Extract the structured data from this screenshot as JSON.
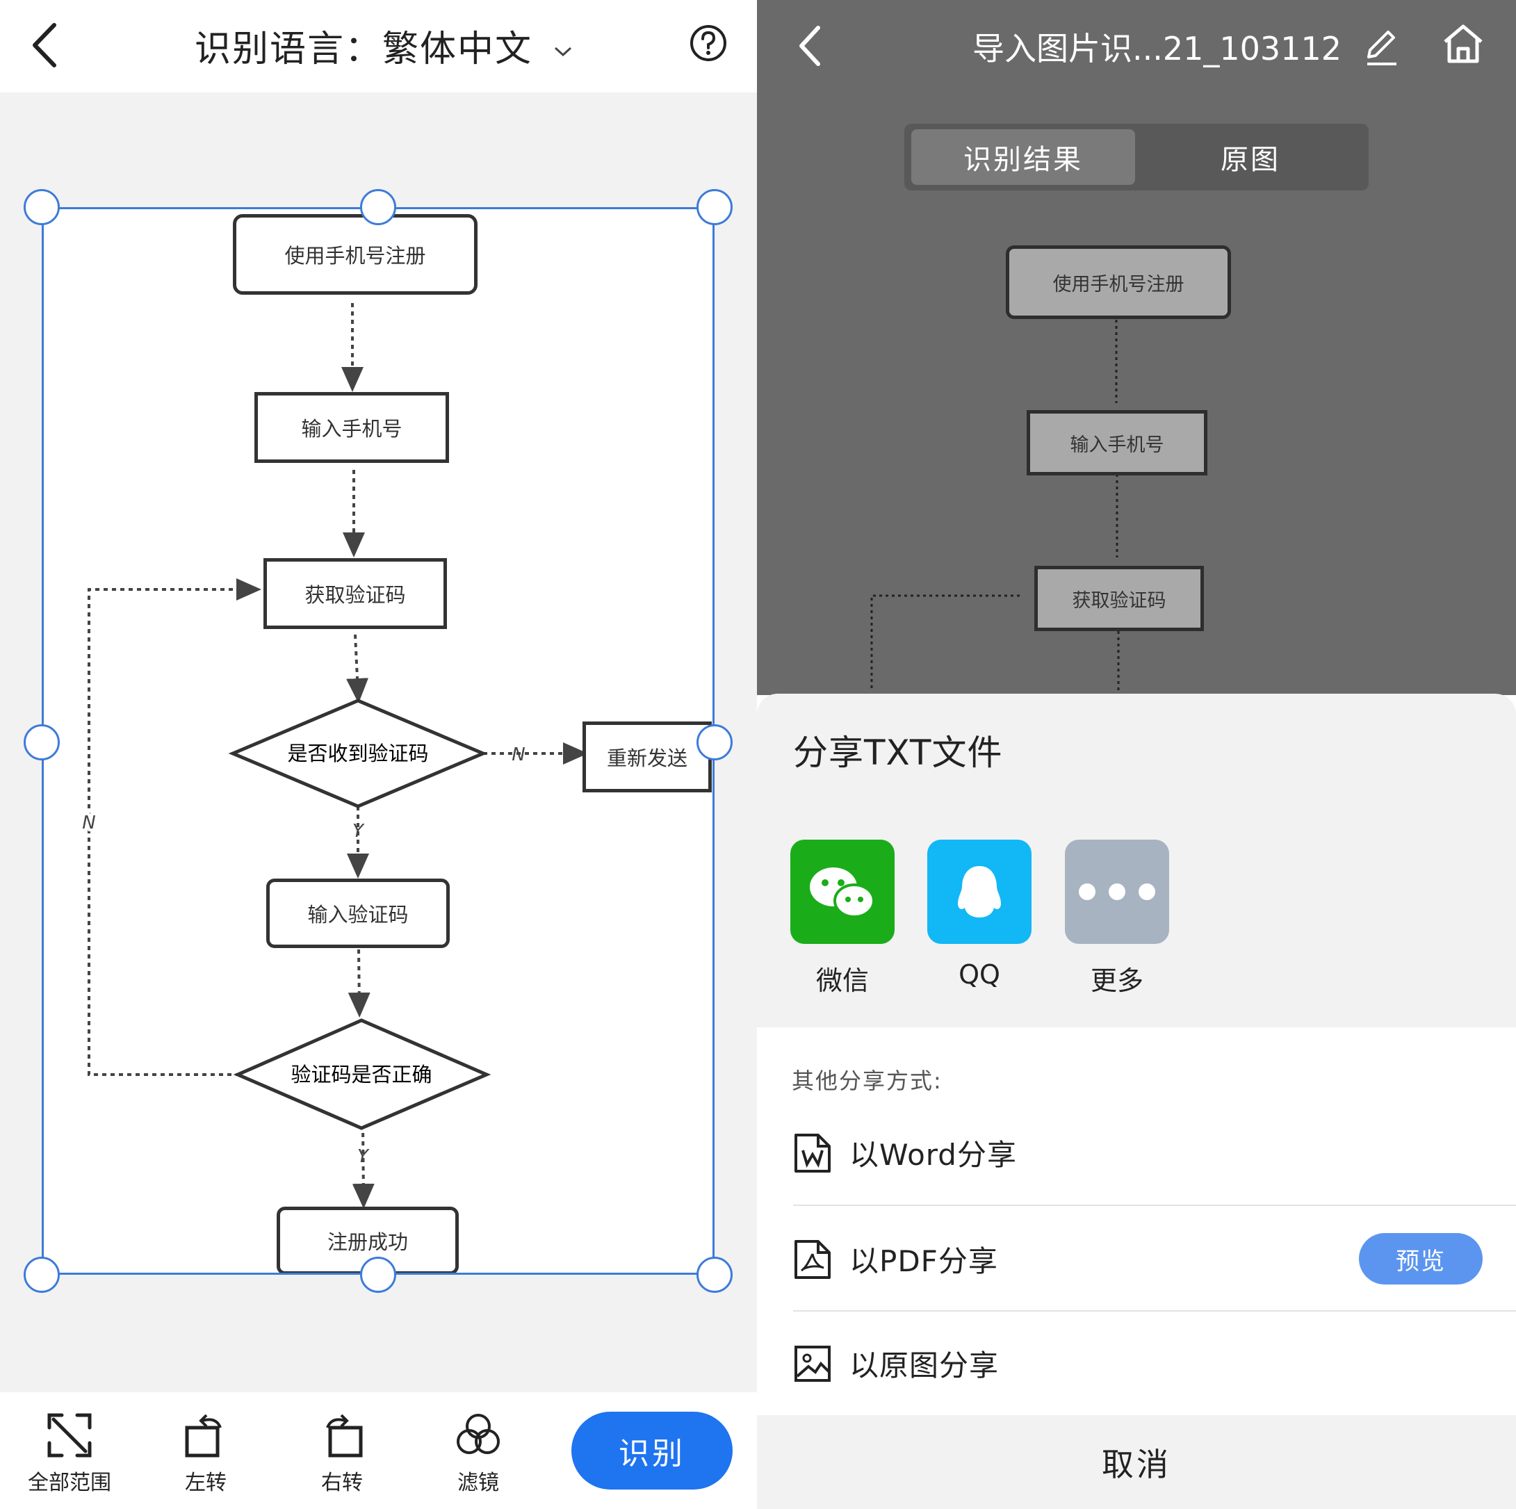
{
  "left_panel": {
    "header": {
      "title_prefix": "识别语言：",
      "language": "繁体中文",
      "help_icon": "question-circle-icon"
    },
    "flowchart": {
      "register_phone": "使用手机号注册",
      "input_phone": "输入手机号",
      "get_code": "获取验证码",
      "received_code": "是否收到验证码",
      "resend": "重新发送",
      "input_code": "输入验证码",
      "code_correct": "验证码是否正确",
      "register_success": "注册成功",
      "label_n1": "N",
      "label_y1": "Y",
      "label_n2": "N",
      "label_y2": "Y"
    },
    "toolbar": {
      "full_range": "全部范围",
      "rotate_left": "左转",
      "rotate_right": "右转",
      "filter": "滤镜",
      "recognize": "识别"
    },
    "colors": {
      "accent": "#1f74f0",
      "crop_line": "#3d7bd9"
    }
  },
  "right_panel": {
    "header": {
      "doc_title": "导入图片识...21_103112",
      "edit_icon": "pencil-icon",
      "home_icon": "home-icon"
    },
    "tabs": {
      "result": "识别结果",
      "original": "原图"
    },
    "preview": {
      "register_phone": "使用手机号注册",
      "input_phone": "输入手机号",
      "get_code": "获取验证码"
    },
    "share_sheet": {
      "title": "分享TXT文件",
      "apps": {
        "wechat": "微信",
        "qq": "QQ",
        "more": "更多"
      },
      "other_title": "其他分享方式:",
      "word": "以Word分享",
      "pdf": "以PDF分享",
      "preview": "预览",
      "image": "以原图分享",
      "cancel": "取消"
    },
    "colors": {
      "wechat": "#1aad19",
      "qq": "#12b7f5",
      "more": "#a8b3c2",
      "preview_btn": "#5b95ef"
    }
  }
}
